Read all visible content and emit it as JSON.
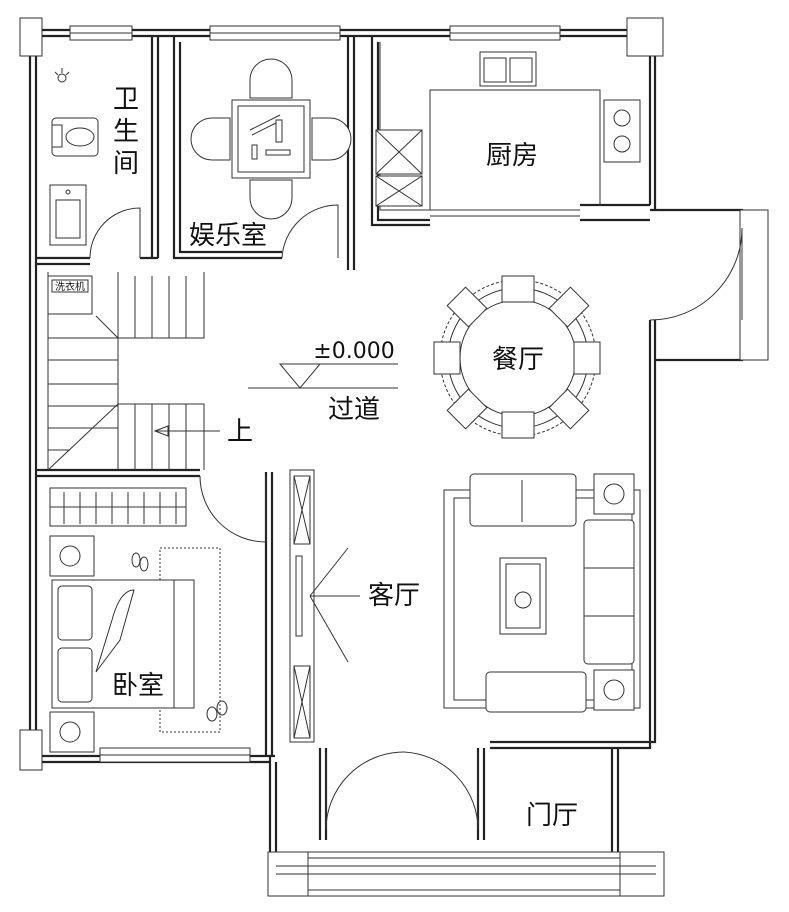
{
  "rooms": {
    "bathroom": "卫\n生\n间",
    "game_room": "娱乐室",
    "kitchen": "厨房",
    "dining": "餐厅",
    "corridor": "过道",
    "stairs_up": "上",
    "living": "客厅",
    "bedroom": "卧室",
    "foyer": "门厅"
  },
  "level_mark": "±0.000",
  "fixtures": {
    "washing_machine": "洗衣机"
  }
}
